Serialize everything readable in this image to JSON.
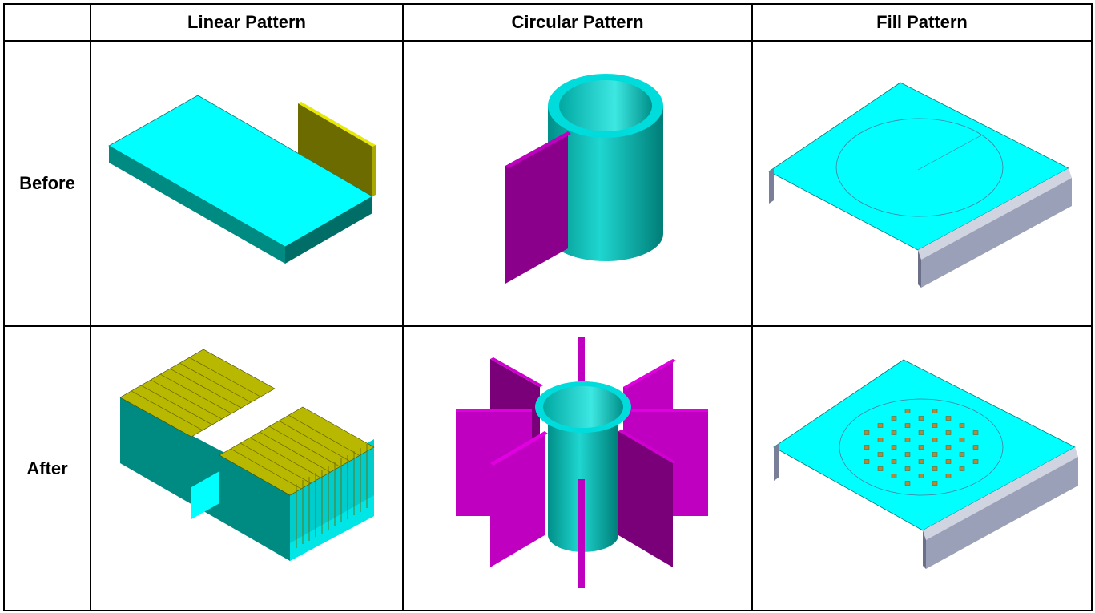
{
  "table": {
    "columns": [
      "Linear Pattern",
      "Circular Pattern",
      "Fill Pattern"
    ],
    "rows": [
      "Before",
      "After"
    ]
  },
  "colors": {
    "cyan_top": "#00ffff",
    "teal_side": "#008b82",
    "olive_fin": "#6b6b00",
    "yellow_edge": "#e8e800",
    "magenta": "#8b008b",
    "magenta_bright": "#c000c0",
    "steel": "#9aa0b8",
    "steel_light": "#d0d4e0"
  },
  "figures": [
    {
      "row": "Before",
      "column": "Linear Pattern",
      "shape": "plate-with-fin"
    },
    {
      "row": "Before",
      "column": "Circular Pattern",
      "shape": "tube-with-fin"
    },
    {
      "row": "Before",
      "column": "Fill Pattern",
      "shape": "bent-sheet-with-circle"
    },
    {
      "row": "After",
      "column": "Linear Pattern",
      "shape": "heatsink-fins"
    },
    {
      "row": "After",
      "column": "Circular Pattern",
      "shape": "tube-with-radial-fins"
    },
    {
      "row": "After",
      "column": "Fill Pattern",
      "shape": "bent-sheet-with-hole-array"
    }
  ]
}
